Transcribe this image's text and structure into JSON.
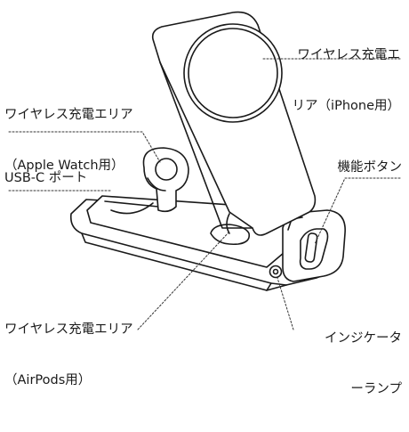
{
  "callouts": {
    "iphone_charging_area": [
      "ワイヤレス充電エ",
      "リア（iPhone用）"
    ],
    "apple_watch_charging_area": [
      "ワイヤレス充電エリア",
      "（Apple Watch用）"
    ],
    "usb_c_port": "USB-C ポート",
    "function_button": "機能ボタン",
    "airpods_charging_area": [
      "ワイヤレス充電エリア",
      "（AirPods用）"
    ],
    "indicator_lamp": [
      "インジケータ",
      "ーランプ"
    ]
  },
  "colors": {
    "stroke": "#1a1a1a",
    "fill": "#ffffff",
    "leader": "#333333"
  }
}
